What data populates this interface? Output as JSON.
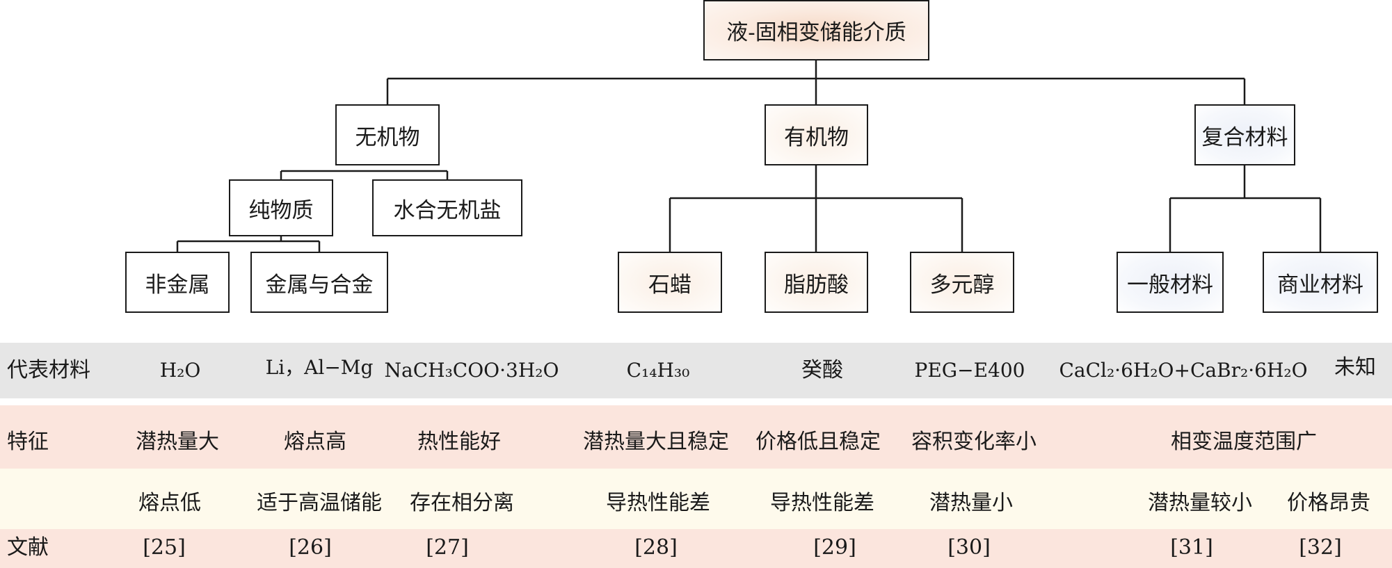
{
  "root": "液-固相变储能介质",
  "categories": {
    "inorganic": "无机物",
    "organic": "有机物",
    "composite": "复合材料"
  },
  "inorganic_children": {
    "pure": "纯物质",
    "hydrated_salt": "水合无机盐"
  },
  "pure_children": {
    "nonmetal": "非金属",
    "metal_alloy": "金属与合金"
  },
  "organic_children": {
    "paraffin": "石蜡",
    "fatty_acid": "脂肪酸",
    "polyol": "多元醇"
  },
  "composite_children": {
    "general": "一般材料",
    "commercial": "商业材料"
  },
  "table": {
    "labels": {
      "materials": "代表材料",
      "features": "特征",
      "references": "文献"
    },
    "materials": {
      "cas_cabr": "CaCl₂·6H₂O+CaBr₂·6H₂O",
      "decanoic": "癸酸",
      "li_al_mg": "Li，Al−Mg",
      "na_acetate": "NaCH₃COO·3H₂O",
      "tetradecane": "C₁₄H₃₀",
      "unknown": "未知",
      "peg": "PEG−E400",
      "h2o": "H₂O"
    },
    "features_top": {
      "nonmetal": "潜热量大",
      "metal_alloy": "熔点高",
      "hydrated_salt": "热性能好",
      "paraffin": "潜热量大且稳定",
      "fatty_acid": "价格低且稳定",
      "polyol": "容积变化率小",
      "composite": "相变温度范围广"
    },
    "features_bottom": {
      "nonmetal": "熔点低",
      "metal_alloy": "适于高温储能",
      "hydrated_salt": "存在相分离",
      "paraffin": "导热性能差",
      "fatty_acid": "导热性能差",
      "polyol": "潜热量小",
      "general": "潜热量较小",
      "commercial": "价格昂贵"
    },
    "references": {
      "nonmetal": "[25]",
      "metal_alloy": "[26]",
      "hydrated_salt": "[27]",
      "paraffin": "[28]",
      "fatty_acid": "[29]",
      "polyol": "[30]",
      "general": "[31]",
      "commercial": "[32]"
    }
  },
  "colors": {
    "line": "#1a1a1a",
    "root_fill": "#f6d9c6",
    "organic_fill": "#fbeee4",
    "composite_fill": "#edf0f8",
    "band_gray": "#e6e6e6",
    "band_pink": "#fbe5dd",
    "band_cream": "#fefaec"
  }
}
